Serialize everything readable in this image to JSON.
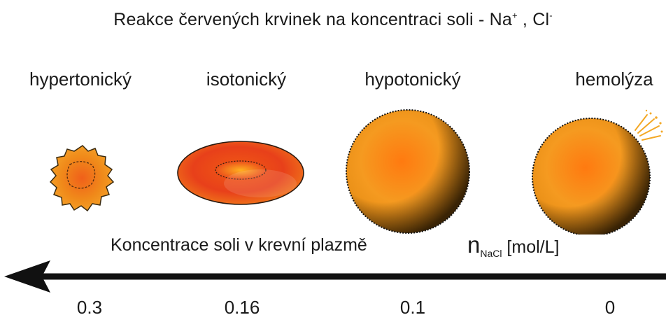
{
  "title": {
    "text_main": "Reakce červených krvinek na koncentraci soli  - Na",
    "na_sup": "+",
    "sep": " ,  Cl",
    "cl_sup": "-"
  },
  "states": [
    {
      "label": "hypertonický",
      "icon": "crenated-cell-icon"
    },
    {
      "label": "isotonický",
      "icon": "biconcave-disc-cell-icon"
    },
    {
      "label": "hypotonický",
      "icon": "swollen-cell-icon"
    },
    {
      "label": "hemolýza",
      "icon": "bursting-cell-icon"
    }
  ],
  "axis": {
    "label": "Koncentrace soli v krevní plazmě",
    "unit_symbol": "n",
    "unit_sub": "NaCl",
    "unit": " [mol/L]",
    "direction": "left",
    "ticks": [
      "0.3",
      "0.16",
      "0.1",
      "0"
    ]
  },
  "colors": {
    "cell_orange": "#f39a1c",
    "cell_core": "#ff7a10",
    "disc_red": "#e8401a",
    "arrow": "#111111",
    "text": "#1a1a1a"
  }
}
